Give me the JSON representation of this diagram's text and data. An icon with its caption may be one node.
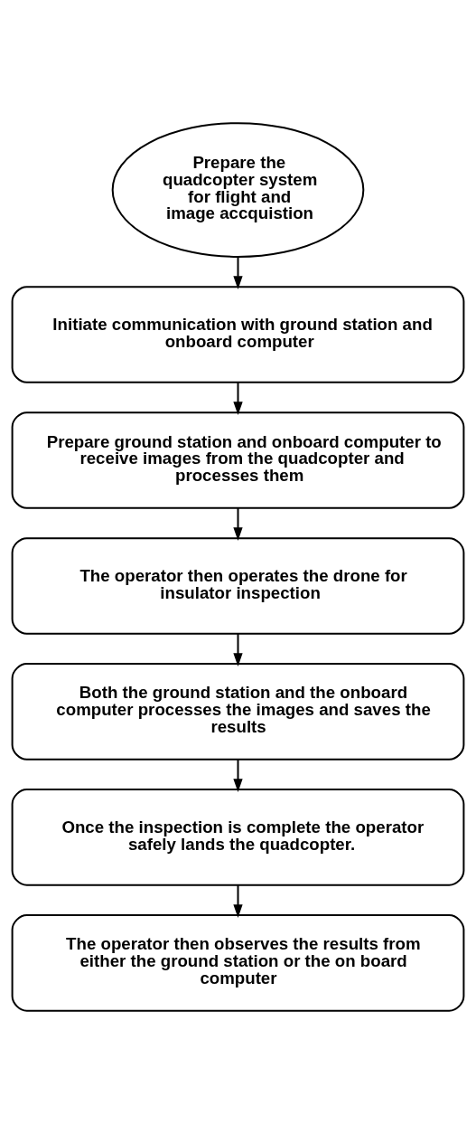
{
  "diagram": {
    "nodes": [
      {
        "text": [
          "Prepare the quadcopter system for flight and image accquistion"
        ]
      },
      {
        "text": [
          "Initiate communication with ground station and onboard computer"
        ]
      },
      {
        "text": [
          "Prepare ground station and onboard computer to receive images from the quadcopter and processes them"
        ]
      },
      {
        "text": [
          "The operator then operates the drone for insulator inspection"
        ]
      },
      {
        "text": [
          "Both the ground station and the onboard computer processes the images and saves the results"
        ]
      },
      {
        "text": [
          "Once the inspection is complete the operator safely lands the quadcopter."
        ]
      },
      {
        "text": [
          "The operator then observes the results from either the ground station or the on board computer"
        ]
      }
    ],
    "edges": [
      {
        "from": 0,
        "to": 1,
        "arrow": "to"
      },
      {
        "from": 1,
        "to": 2,
        "arrow": "to"
      },
      {
        "from": 2,
        "to": 3,
        "arrow": "to"
      },
      {
        "from": 3,
        "to": 4,
        "arrow": "to"
      },
      {
        "from": 4,
        "to": 5,
        "arrow": "to"
      },
      {
        "from": 5,
        "to": 6,
        "arrow": "to"
      }
    ]
  }
}
